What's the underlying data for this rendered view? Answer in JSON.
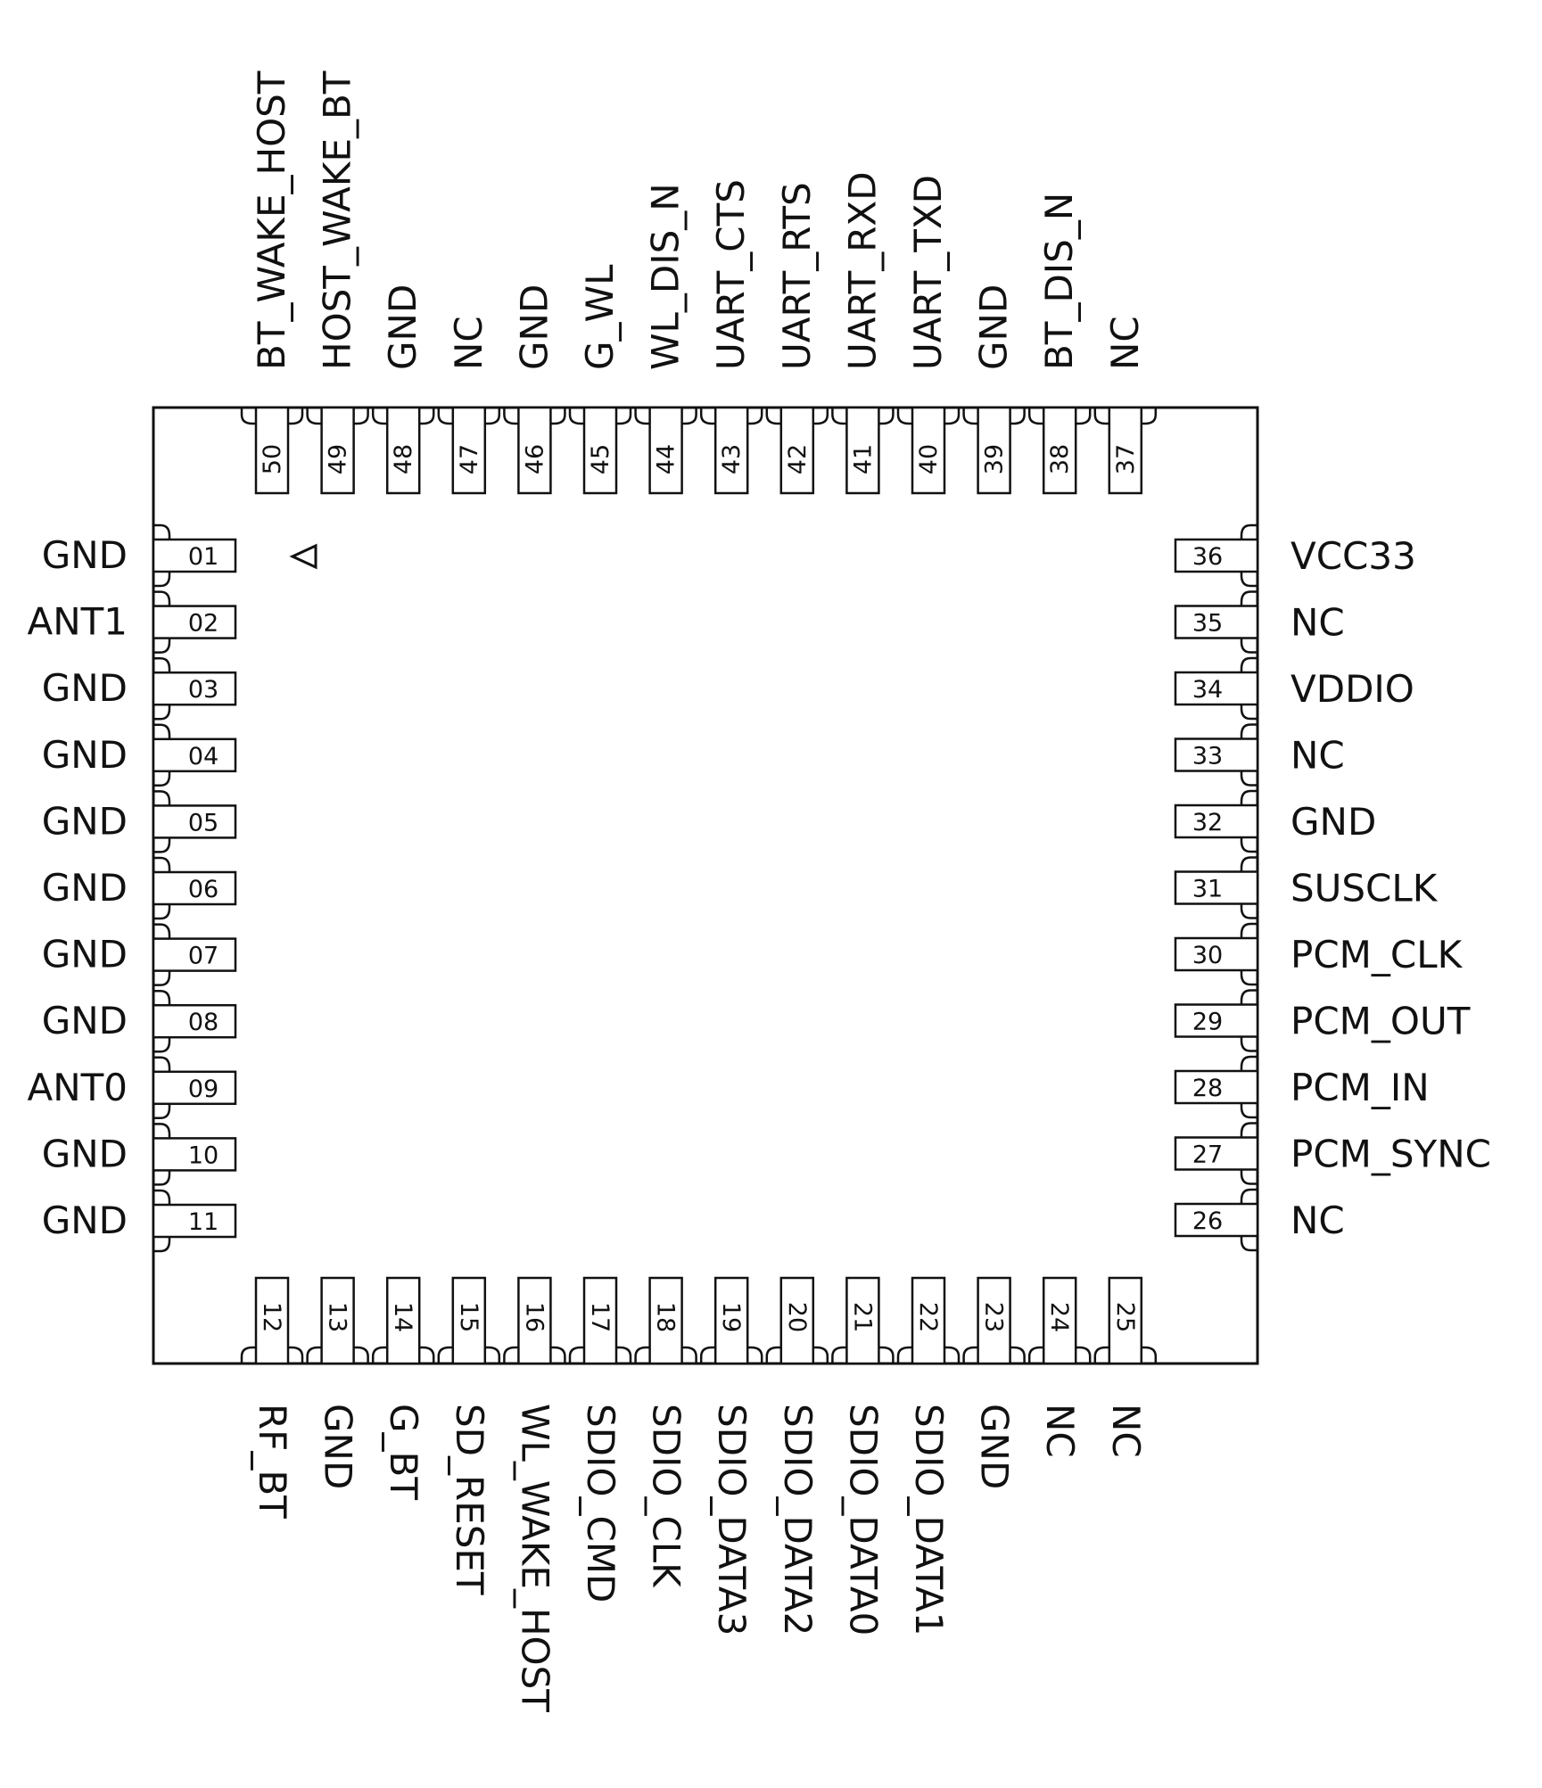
{
  "diagram": {
    "stroke_color": "#111111",
    "background_color": "#ffffff",
    "marker_icon": "triangle-pin1-marker-icon",
    "pins_left": [
      {
        "num": "01",
        "name": "GND"
      },
      {
        "num": "02",
        "name": "ANT1"
      },
      {
        "num": "03",
        "name": "GND"
      },
      {
        "num": "04",
        "name": "GND"
      },
      {
        "num": "05",
        "name": "GND"
      },
      {
        "num": "06",
        "name": "GND"
      },
      {
        "num": "07",
        "name": "GND"
      },
      {
        "num": "08",
        "name": "GND"
      },
      {
        "num": "09",
        "name": "ANT0"
      },
      {
        "num": "10",
        "name": "GND"
      },
      {
        "num": "11",
        "name": "GND"
      }
    ],
    "pins_bottom": [
      {
        "num": "12",
        "name": "RF_BT"
      },
      {
        "num": "13",
        "name": "GND"
      },
      {
        "num": "14",
        "name": "G_BT"
      },
      {
        "num": "15",
        "name": "SD_RESET"
      },
      {
        "num": "16",
        "name": "WL_WAKE_HOST"
      },
      {
        "num": "17",
        "name": "SDIO_CMD"
      },
      {
        "num": "18",
        "name": "SDIO_CLK"
      },
      {
        "num": "19",
        "name": "SDIO_DATA3"
      },
      {
        "num": "20",
        "name": "SDIO_DATA2"
      },
      {
        "num": "21",
        "name": "SDIO_DATA0"
      },
      {
        "num": "22",
        "name": "SDIO_DATA1"
      },
      {
        "num": "23",
        "name": "GND"
      },
      {
        "num": "24",
        "name": "NC"
      },
      {
        "num": "25",
        "name": "NC"
      }
    ],
    "pins_right": [
      {
        "num": "26",
        "name": "NC"
      },
      {
        "num": "27",
        "name": "PCM_SYNC"
      },
      {
        "num": "28",
        "name": "PCM_IN"
      },
      {
        "num": "29",
        "name": "PCM_OUT"
      },
      {
        "num": "30",
        "name": "PCM_CLK"
      },
      {
        "num": "31",
        "name": "SUSCLK"
      },
      {
        "num": "32",
        "name": "GND"
      },
      {
        "num": "33",
        "name": "NC"
      },
      {
        "num": "34",
        "name": "VDDIO"
      },
      {
        "num": "35",
        "name": "NC"
      },
      {
        "num": "36",
        "name": "VCC33"
      }
    ],
    "pins_top": [
      {
        "num": "37",
        "name": "NC"
      },
      {
        "num": "38",
        "name": "BT_DIS_N"
      },
      {
        "num": "39",
        "name": "GND"
      },
      {
        "num": "40",
        "name": "UART_TXD"
      },
      {
        "num": "41",
        "name": "UART_RXD"
      },
      {
        "num": "42",
        "name": "UART_RTS"
      },
      {
        "num": "43",
        "name": "UART_CTS"
      },
      {
        "num": "44",
        "name": "WL_DIS_N"
      },
      {
        "num": "45",
        "name": "G_WL"
      },
      {
        "num": "46",
        "name": "GND"
      },
      {
        "num": "47",
        "name": "NC"
      },
      {
        "num": "48",
        "name": "GND"
      },
      {
        "num": "49",
        "name": "HOST_WAKE_BT"
      },
      {
        "num": "50",
        "name": "BT_WAKE_HOST"
      }
    ]
  }
}
